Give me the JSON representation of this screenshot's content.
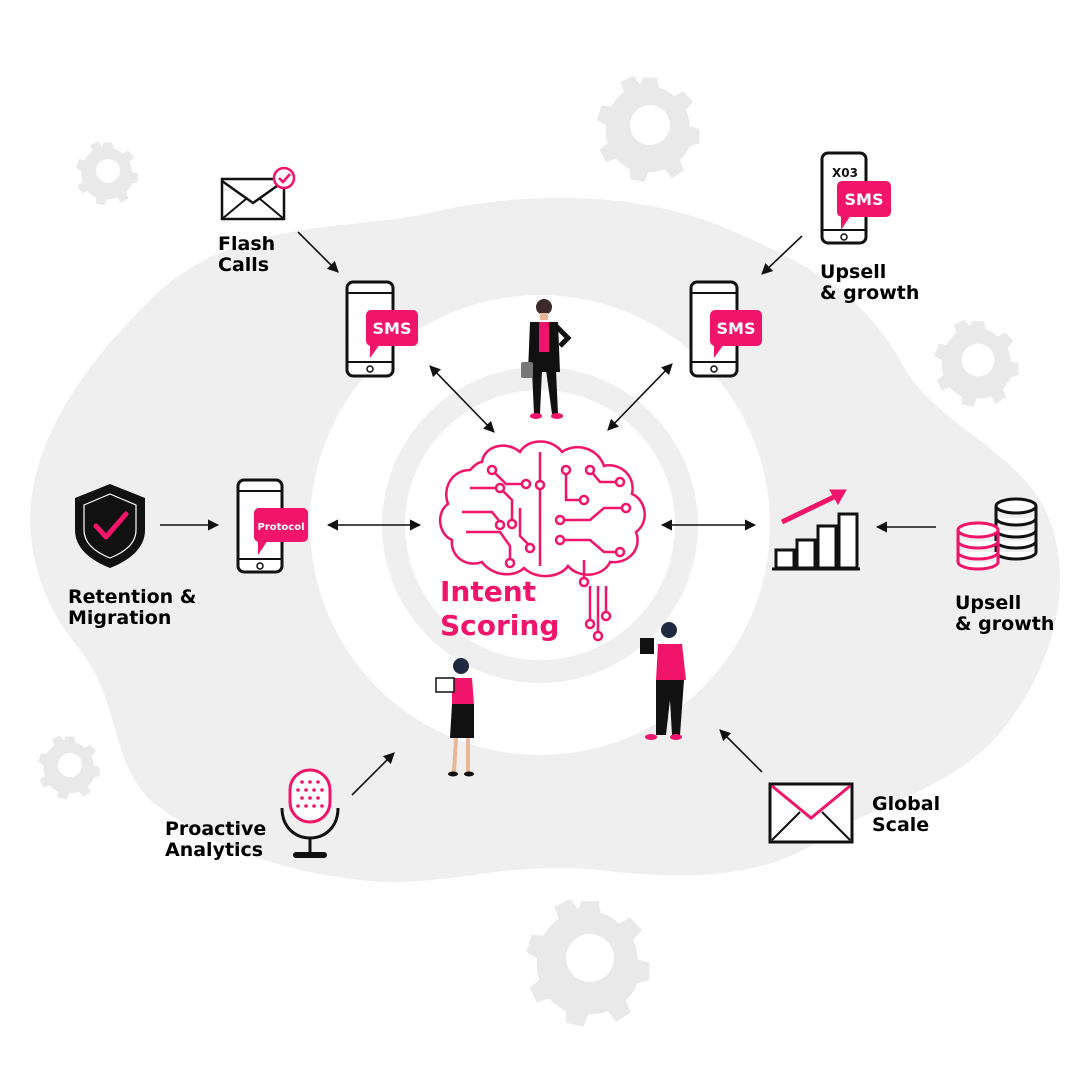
{
  "colors": {
    "accent": "#f0146a",
    "ink": "#111111",
    "blob": "#efefef",
    "gear": "#e9e9e9"
  },
  "center": {
    "title_line1": "Intent",
    "title_line2": "Scoring",
    "icon": "brain-circuit-icon"
  },
  "labels": {
    "flash_calls": {
      "line1": "Flash",
      "line2": "Calls"
    },
    "upsell_top": {
      "line1": "Upsell",
      "line2": "& growth"
    },
    "retention": {
      "line1": "Retention &",
      "line2": "Migration"
    },
    "upsell_right": {
      "line1": "Upsell",
      "line2": "& growth"
    },
    "proactive": {
      "line1": "Proactive",
      "line2": "Analytics"
    },
    "global": {
      "line1": "Global",
      "line2": "Scale"
    }
  },
  "bubbles": {
    "sms": "SMS",
    "protocol": "Protocol",
    "phone_code": "X03"
  },
  "icons": [
    "envelope-check-icon",
    "phone-sms-icon",
    "shield-check-icon",
    "phone-protocol-icon",
    "growth-chart-icon",
    "coins-stack-icon",
    "microphone-icon",
    "envelope-icon",
    "gear-icon"
  ]
}
